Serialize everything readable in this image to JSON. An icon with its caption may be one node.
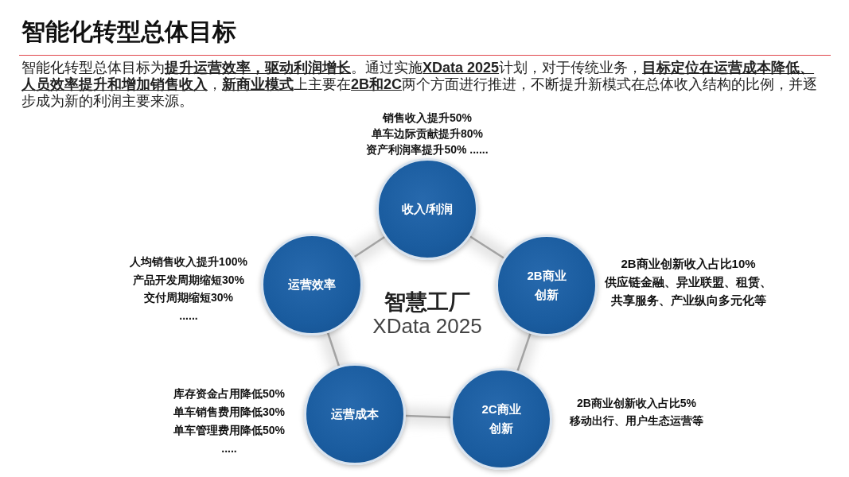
{
  "diagram": {
    "title": "智能化转型总体目标",
    "nodes": [
      {
        "text": [
          "收入/利润"
        ],
        "beside": [
          "销售收入提升50%",
          "单车边际贡献提升80%",
          "资产利润率提升50% ......"
        ]
      },
      {
        "text": [
          "运营效率"
        ],
        "beside": [
          "人均销售收入提升100%",
          "产品开发周期缩短30%",
          "交付周期缩短30%",
          "......"
        ]
      },
      {
        "text": [
          "2B商业创新"
        ],
        "beside": [
          "2B商业创新收入占比10%",
          "供应链金融、异业联盟、租赁、共享服务、产业纵向多元化等"
        ]
      },
      {
        "text": [
          "运营成本"
        ],
        "beside": [
          "库存资金占用降低50%",
          "单车销售费用降低30%",
          "单车管理费用降低50%",
          "....."
        ]
      },
      {
        "text": [
          "2C商业创新"
        ],
        "beside": [
          "2B商业创新收入占比5%",
          "移动出行、用户生态运营等"
        ]
      }
    ],
    "edges": [
      {
        "from": 0,
        "to": 2,
        "arrow": "none"
      },
      {
        "from": 2,
        "to": 4,
        "arrow": "none"
      },
      {
        "from": 4,
        "to": 3,
        "arrow": "none"
      },
      {
        "from": 3,
        "to": 1,
        "arrow": "none"
      },
      {
        "from": 1,
        "to": 0,
        "arrow": "none"
      }
    ],
    "labels": [
      "智能化转型总体目标为**提升运营效率，驱动利润增长**。通过实施**XData 2025**计划，对于传统业务，**目标定位在运营成本降低、人员效率提升和增加销售收入**，**新商业模式**上主要在**2B和2C**两个方面进行推进，不断提升新模式在总体收入结构的比例，并逐步成为新的利润主要来源。",
      "智慧工厂",
      "XData 2025"
    ]
  }
}
